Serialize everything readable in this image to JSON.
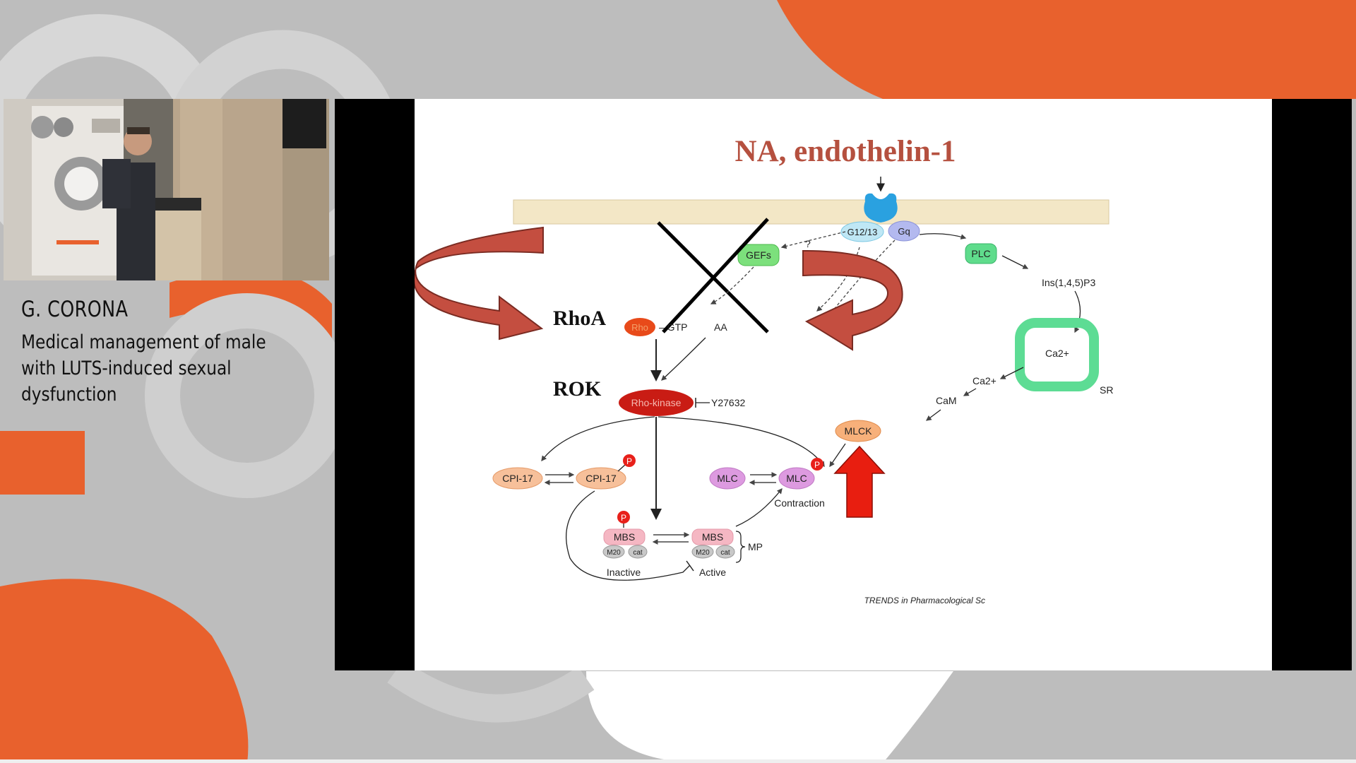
{
  "speaker": {
    "name": "G. CORONA",
    "title_lines": [
      "Medical management of male",
      "with LUTS-induced sexual",
      "dysfunction"
    ]
  },
  "slide": {
    "heading": "NA, endothelin-1",
    "labels": {
      "rhoa": "RhoA",
      "rok": "ROK",
      "g1213": "G12/13",
      "gq": "Gq",
      "question": "?",
      "gefs": "GEFs",
      "plc": "PLC",
      "ip3": "Ins(1,4,5)P3",
      "rho": "Rho",
      "gtp": "– GTP",
      "aa": "AA",
      "ca_sr": "Ca2+",
      "sr": "SR",
      "ca": "Ca2+",
      "cam": "CaM",
      "rho_kinase": "Rho-kinase",
      "y27632": "Y27632",
      "mlck": "MLCK",
      "cpi17": "CPI-17",
      "cpi17p": "CPI-17",
      "mlc": "MLC",
      "mlcp": "MLC",
      "contraction": "Contraction",
      "mbs_inactive": "MBS",
      "mbs_active": "MBS",
      "m20": "M20",
      "cat": "cat",
      "mp": "MP",
      "inactive": "Inactive",
      "active": "Active",
      "p": "P",
      "source": "TRENDS in Pharmacological Sc"
    }
  },
  "colors": {
    "accent_orange": "#e8612d",
    "heading_color": "#b5503f",
    "big_arrow": "#b9483d",
    "up_arrow": "#e81e10"
  }
}
